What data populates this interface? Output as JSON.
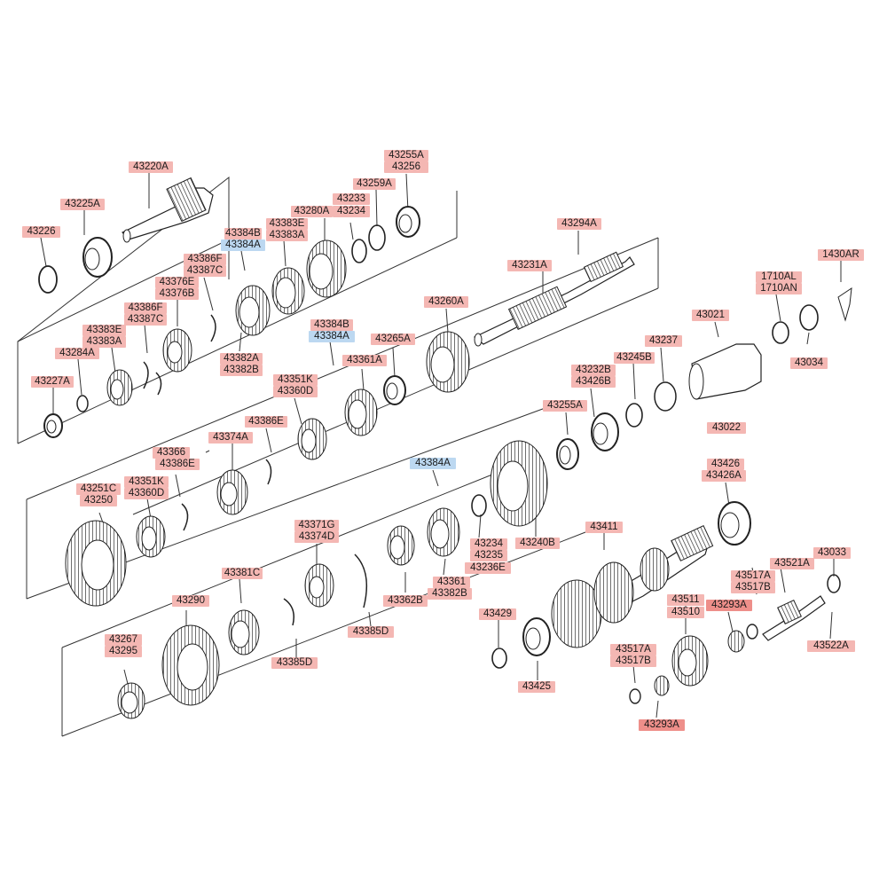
{
  "colors": {
    "pink": "#f4b7b3",
    "blue": "#bcd8f1",
    "red": "#ee8f8a",
    "line": "#333333"
  },
  "labels": {
    "p43220A": "43220A",
    "p43225A": "43225A",
    "p43226": "43226",
    "p43384B_1": "43384B",
    "p43384A_1": "43384A",
    "p43383E_1": "43383E",
    "p43383A_1": "43383A",
    "p43280A": "43280A",
    "p43233": "43233",
    "p43234_1": "43234",
    "p43259A": "43259A",
    "p43255A_1": "43255A",
    "p43256": "43256",
    "p43294A": "43294A",
    "p1430AR": "1430AR",
    "p43386F_1": "43386F",
    "p43387C_1": "43387C",
    "p43376E": "43376E",
    "p43376B": "43376B",
    "p43386F_2": "43386F",
    "p43387C_2": "43387C",
    "p43383E_2": "43383E",
    "p43383A_2": "43383A",
    "p43231A": "43231A",
    "p1710AL": "1710AL",
    "p1710AN": "1710AN",
    "p43284A": "43284A",
    "p43227A": "43227A",
    "p43382A_1": "43382A",
    "p43382B_1": "43382B",
    "p43384B_2": "43384B",
    "p43384A_2": "43384A",
    "p43260A": "43260A",
    "p43361A": "43361A",
    "p43265A": "43265A",
    "p43021": "43021",
    "p43237": "43237",
    "p43245B": "43245B",
    "p43034": "43034",
    "p43232B": "43232B",
    "p43426B": "43426B",
    "p43351K_1": "43351K",
    "p43360D_1": "43360D",
    "p43255A_2": "43255A",
    "p43386E_1": "43386E",
    "p43022": "43022",
    "p43366": "43366",
    "p43374A": "43374A",
    "p43386E_2": "43386E",
    "p43384A_3": "43384A",
    "p43426": "43426",
    "p43426A": "43426A",
    "p43251C": "43251C",
    "p43250": "43250",
    "p43351K_2": "43351K",
    "p43360D_2": "43360D",
    "p43371G": "43371G",
    "p43374D": "43374D",
    "p43234_2": "43234",
    "p43235": "43235",
    "p43236E": "43236E",
    "p43240B": "43240B",
    "p43411": "43411",
    "p43033": "43033",
    "p43517A_1": "43517A",
    "p43517B_1": "43517B",
    "p43521A": "43521A",
    "p43381C": "43381C",
    "p43290": "43290",
    "p43362B": "43362B",
    "p43361": "43361",
    "p43382B_2": "43382B",
    "p43511": "43511",
    "p43510": "43510",
    "p43293A_1": "43293A",
    "p43522A": "43522A",
    "p43429": "43429",
    "p43385D_1": "43385D",
    "p43385D_2": "43385D",
    "p43267": "43267",
    "p43295": "43295",
    "p43517A_2": "43517A",
    "p43517B_2": "43517B",
    "p43425": "43425",
    "p43293A_2": "43293A"
  }
}
